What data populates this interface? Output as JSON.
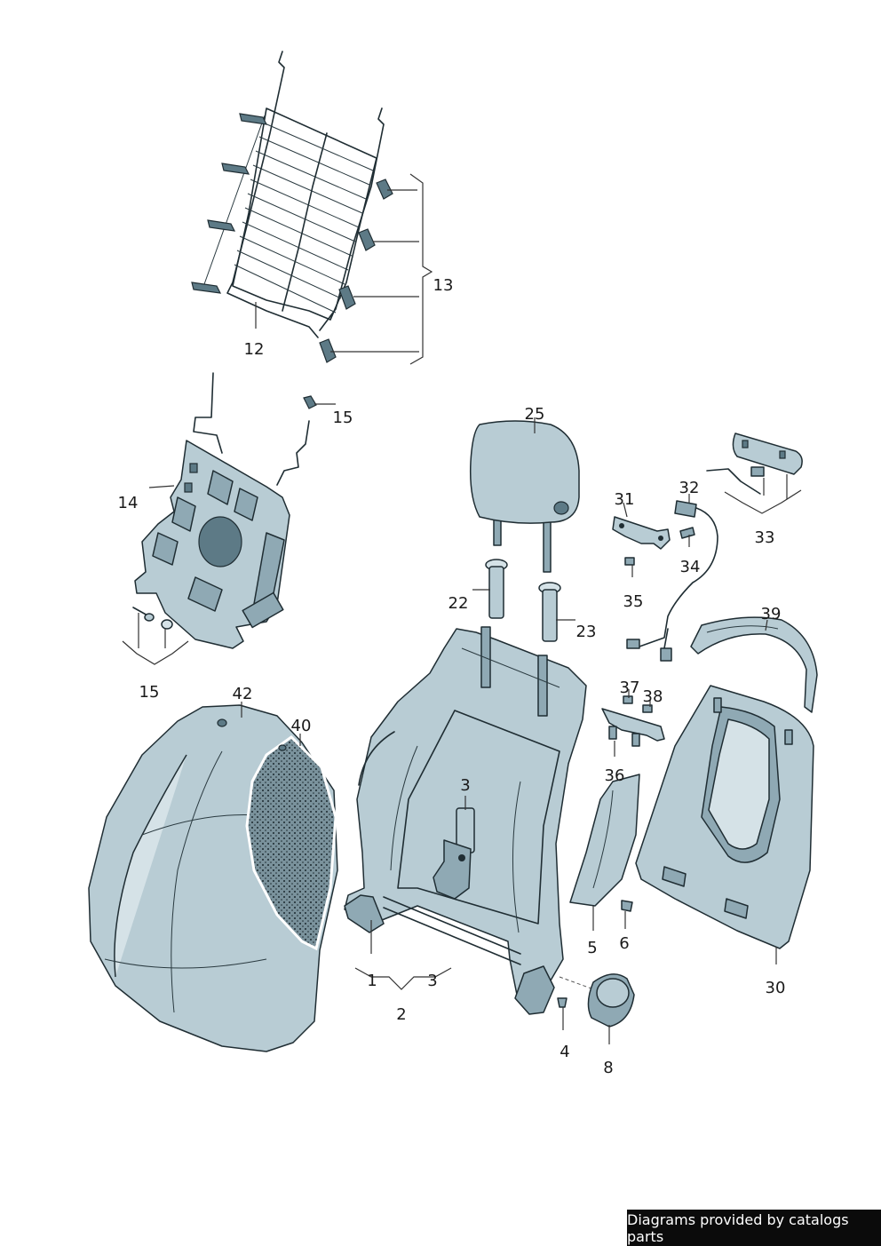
{
  "credit": "Diagrams provided by catalogs parts",
  "labels": {
    "l12": "12",
    "l13": "13",
    "l14": "14",
    "l15a": "15",
    "l15b": "15",
    "l25": "25",
    "l22": "22",
    "l23": "23",
    "l31": "31",
    "l32": "32",
    "l33": "33",
    "l34": "34",
    "l35": "35",
    "l39": "39",
    "l37": "37",
    "l38": "38",
    "l36": "36",
    "l42": "42",
    "l40": "40",
    "l3a": "3",
    "l1": "1",
    "l3b": "3",
    "l2": "2",
    "l5": "5",
    "l6": "6",
    "l30": "30",
    "l4": "4",
    "l8": "8"
  },
  "colors": {
    "part": "#b8ccd4",
    "outline": "#1f2d33",
    "foam": "#6e8791"
  }
}
